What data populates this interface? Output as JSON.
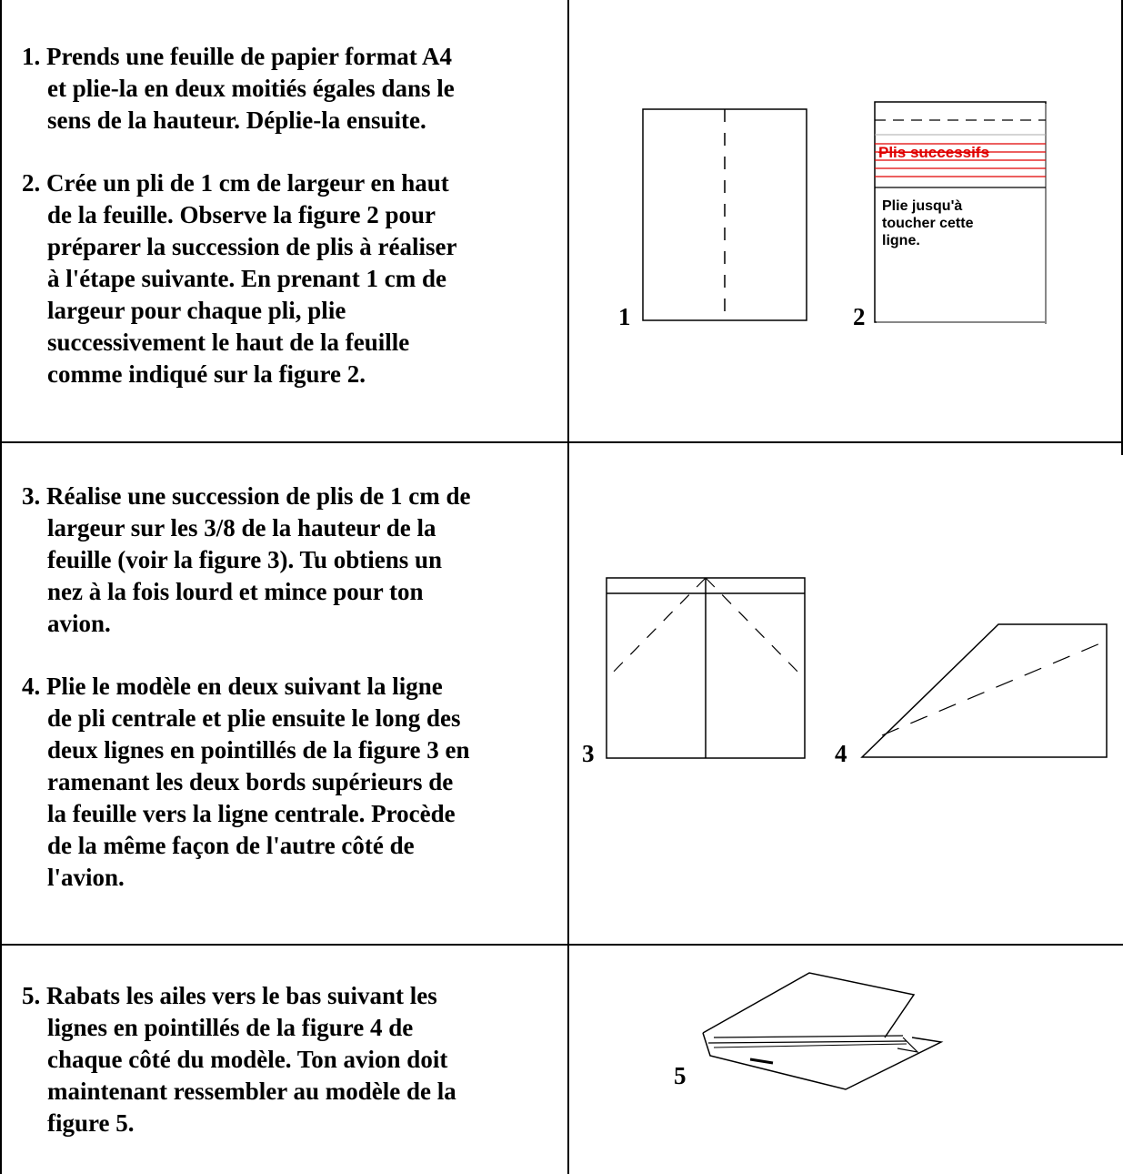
{
  "steps": [
    {
      "number": "1.",
      "lines": [
        "Prends une feuille de papier format A4",
        "et plie-la en deux moitiés égales dans le",
        "sens de la hauteur. Déplie-la ensuite."
      ]
    },
    {
      "number": "2.",
      "lines": [
        "Crée un pli de 1 cm de largeur en haut",
        "de la feuille. Observe la figure 2 pour",
        "préparer la succession de plis à réaliser",
        "à l'étape suivante. En prenant 1 cm de",
        "largeur pour chaque pli, plie",
        "successivement le haut de la feuille",
        "comme indiqué sur la figure 2."
      ]
    },
    {
      "number": "3.",
      "lines": [
        "Réalise une succession de plis de 1 cm de",
        "largeur sur les 3/8 de la hauteur de la",
        "feuille (voir la figure 3). Tu obtiens un",
        "nez à la fois lourd et mince pour ton",
        "avion."
      ]
    },
    {
      "number": "4.",
      "lines": [
        "Plie le modèle en deux suivant la ligne",
        "de pli centrale et plie ensuite le long des",
        "deux lignes en pointillés de la figure 3 en",
        "ramenant les deux bords supérieurs de",
        "la feuille vers la ligne centrale. Procède",
        "de la même façon de l'autre côté de",
        "l'avion."
      ]
    },
    {
      "number": "5.",
      "lines": [
        "Rabats les ailes vers le bas suivant les",
        "lignes en pointillés de la figure 4 de",
        "chaque côté du modèle. Ton avion doit",
        "maintenant ressembler au modèle de la",
        "figure 5."
      ]
    }
  ],
  "figures": {
    "fig1": "1",
    "fig2": "2",
    "fig3": "3",
    "fig4": "4",
    "fig5": "5",
    "fig2_label": "Plis successifs",
    "fig2_note": [
      "Plie jusqu'à",
      "toucher cette",
      "ligne."
    ]
  },
  "colors": {
    "line": "#000000",
    "accent": "#e00000"
  }
}
